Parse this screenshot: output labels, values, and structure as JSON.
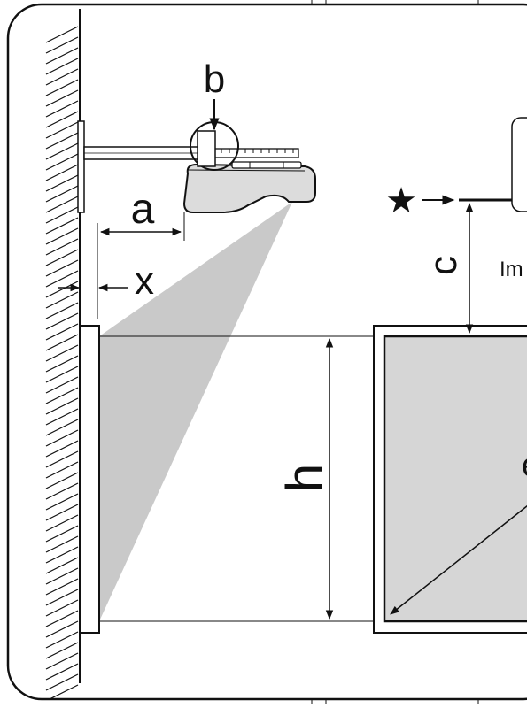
{
  "labels": {
    "a": "a",
    "b": "b",
    "c": "c",
    "x": "x",
    "h": "h",
    "im": "Im",
    "star": "★"
  },
  "colors": {
    "line": "#111111",
    "beam": "#c8c8c8",
    "screen_fill": "#d6d6d6",
    "projector": "#dcdcdc"
  }
}
